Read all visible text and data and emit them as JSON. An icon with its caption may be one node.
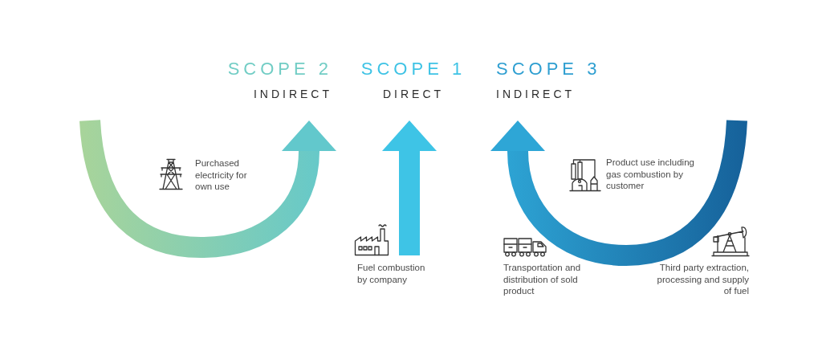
{
  "diagram": {
    "nodes": [
      {
        "text": [
          "SCOPE 2",
          "INDIRECT"
        ]
      },
      {
        "text": [
          "SCOPE 1",
          "DIRECT"
        ]
      },
      {
        "text": [
          "SCOPE 3",
          "INDIRECT"
        ]
      }
    ],
    "edges": [
      {
        "from": null,
        "to": 0,
        "arrow": "to",
        "color": "#62c8cc"
      },
      {
        "from": null,
        "to": 1,
        "arrow": "to",
        "color": "#3ec4e6"
      },
      {
        "from": null,
        "to": 2,
        "arrow": "to",
        "color": "#2ea6d6"
      }
    ],
    "labels": [
      "Purchased electricity for own use",
      "Product use including gas combustion by customer",
      "Fuel combustion by company",
      "Transportation and distribution of sold product",
      "Third party extraction, processing and supply of fuel"
    ]
  }
}
